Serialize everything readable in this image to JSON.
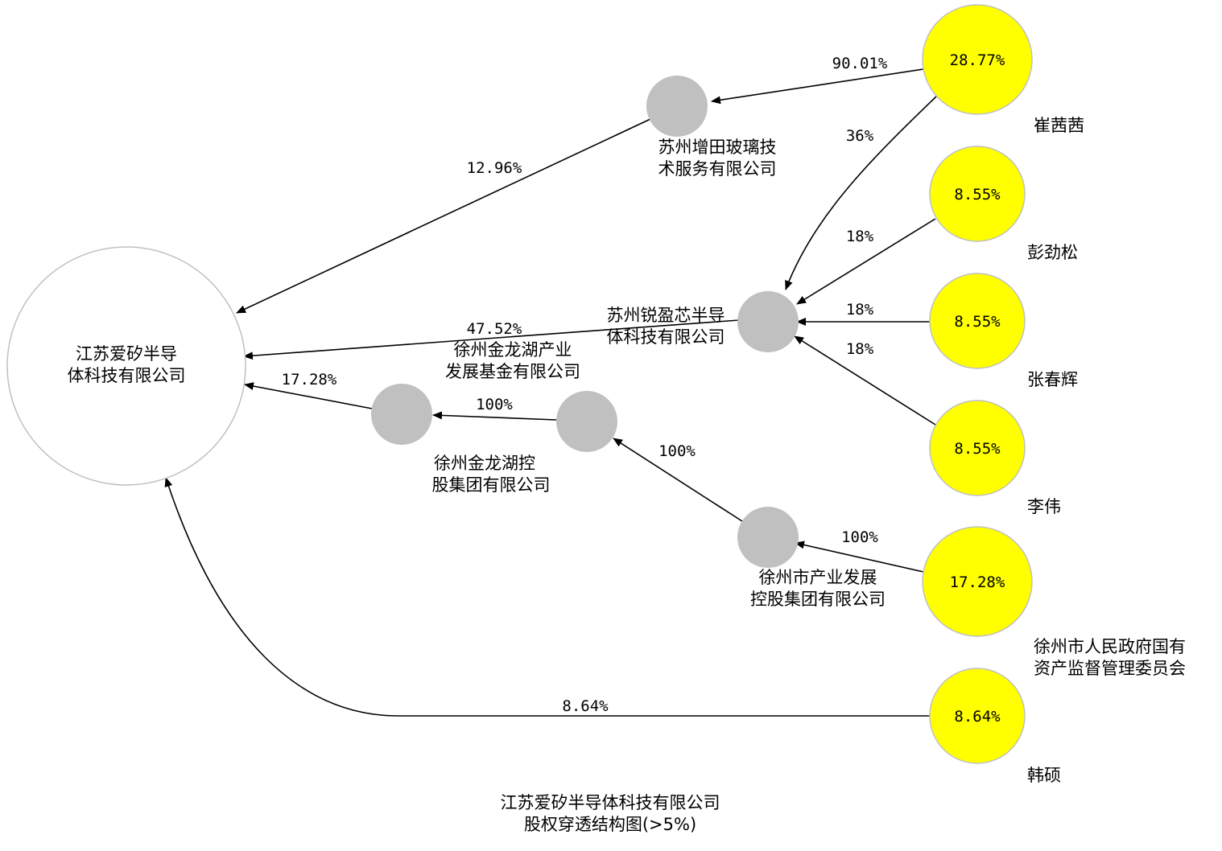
{
  "diagram": {
    "title_line1": "江苏爱矽半导体科技有限公司",
    "title_line2": "股权穿透结构图(>5%)",
    "colors": {
      "person_fill": "#ffff00",
      "company_fill": "#c0c0c0",
      "target_fill": "#ffffff",
      "node_stroke": "#c0c0c0"
    },
    "target": {
      "line1": "江苏爱矽半导",
      "line2": "体科技有限公司"
    },
    "companies": {
      "zengtian": {
        "line1": "苏州增田玻璃技",
        "line2": "术服务有限公司"
      },
      "ruiying": {
        "line1": "苏州锐盈芯半导",
        "line2": "体科技有限公司"
      },
      "jinlonghu_fund": {
        "line1": "徐州金龙湖产业",
        "line2": "发展基金有限公司"
      },
      "jinlonghu_group": {
        "line1": "徐州金龙湖控",
        "line2": "股集团有限公司"
      },
      "xuzhou_industry": {
        "line1": "徐州市产业发展",
        "line2": "控股集团有限公司"
      }
    },
    "persons": {
      "cui": {
        "name": "崔茜茜",
        "pct": "28.77%"
      },
      "peng": {
        "name": "彭劲松",
        "pct": "8.55%"
      },
      "zhang": {
        "name": "张春辉",
        "pct": "8.55%"
      },
      "li": {
        "name": "李伟",
        "pct": "8.55%"
      },
      "sasac": {
        "name_line1": "徐州市人民政府国有",
        "name_line2": "资产监督管理委员会",
        "pct": "17.28%"
      },
      "han": {
        "name": "韩硕",
        "pct": "8.64%"
      }
    },
    "edges": {
      "cui_zengtian": "90.01%",
      "zengtian_target": "12.96%",
      "cui_ruiying": "36%",
      "peng_ruiying": "18%",
      "zhang_ruiying": "18%",
      "li_ruiying": "18%",
      "ruiying_target": "47.52%",
      "fund_target": "17.28%",
      "group_fund": "100%",
      "industry_group": "100%",
      "sasac_industry": "100%",
      "han_target": "8.64%"
    }
  }
}
